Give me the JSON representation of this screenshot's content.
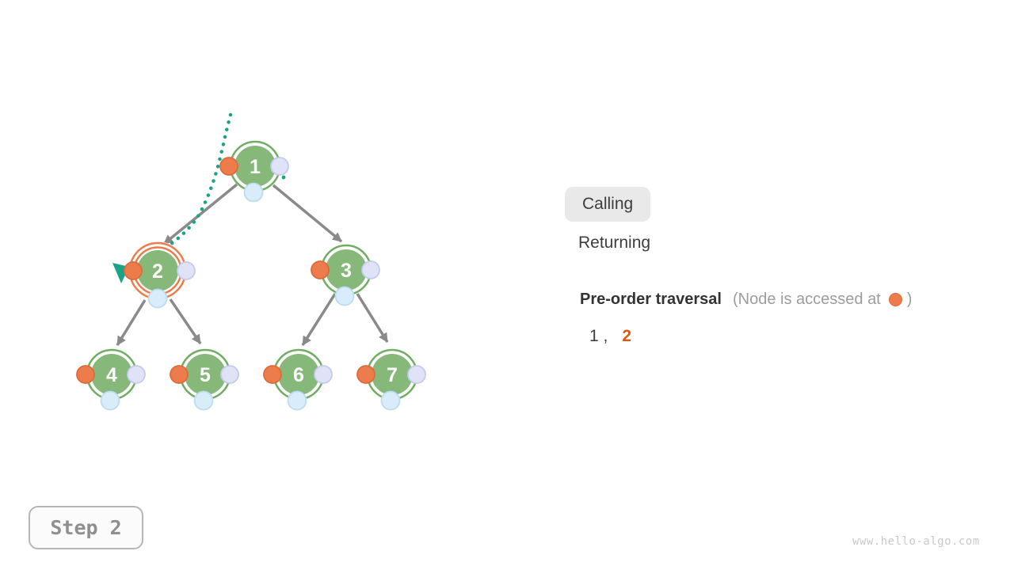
{
  "figure": {
    "legend": {
      "calling_label": "Calling",
      "returning_label": "Returning"
    },
    "traversal": {
      "title": "Pre-order traversal",
      "note_prefix": "(Node is accessed at",
      "note_suffix": ")",
      "visited_text": "1 ,",
      "current_text": "2"
    },
    "tree": {
      "nodes": [
        {
          "label": "1"
        },
        {
          "label": "2"
        },
        {
          "label": "3"
        },
        {
          "label": "4"
        },
        {
          "label": "5"
        },
        {
          "label": "6"
        },
        {
          "label": "7"
        }
      ],
      "edges": [
        [
          "1",
          "2"
        ],
        [
          "1",
          "3"
        ],
        [
          "2",
          "4"
        ],
        [
          "2",
          "5"
        ],
        [
          "3",
          "6"
        ],
        [
          "3",
          "7"
        ]
      ],
      "current_node": "2",
      "current_state": "calling"
    },
    "colors": {
      "node_green": "#86b87a",
      "access_orange": "#ed7c4c",
      "current_sequence_orange": "#dd560e",
      "recursion_path_teal": "#17a489",
      "marker_lavender": "#e0e2f8",
      "marker_blue": "#d9ecf9",
      "edge_gray": "#8a8a8a"
    }
  },
  "step": {
    "label": "Step 2"
  },
  "watermark": {
    "text": "www.hello-algo.com"
  }
}
